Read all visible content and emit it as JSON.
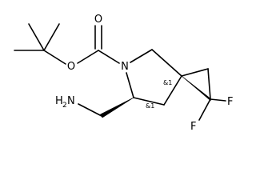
{
  "structure": {
    "atoms": {
      "carbonyl_oxygen": "O",
      "ester_oxygen": "O",
      "ring_nitrogen": "N",
      "amine_nh": "H",
      "amine_h_count": "2",
      "amine_n": "N",
      "fluorine_1": "F",
      "fluorine_2": "F"
    },
    "stereo_labels": {
      "spiro_center": "&1",
      "aminomethyl_center": "&1"
    }
  }
}
